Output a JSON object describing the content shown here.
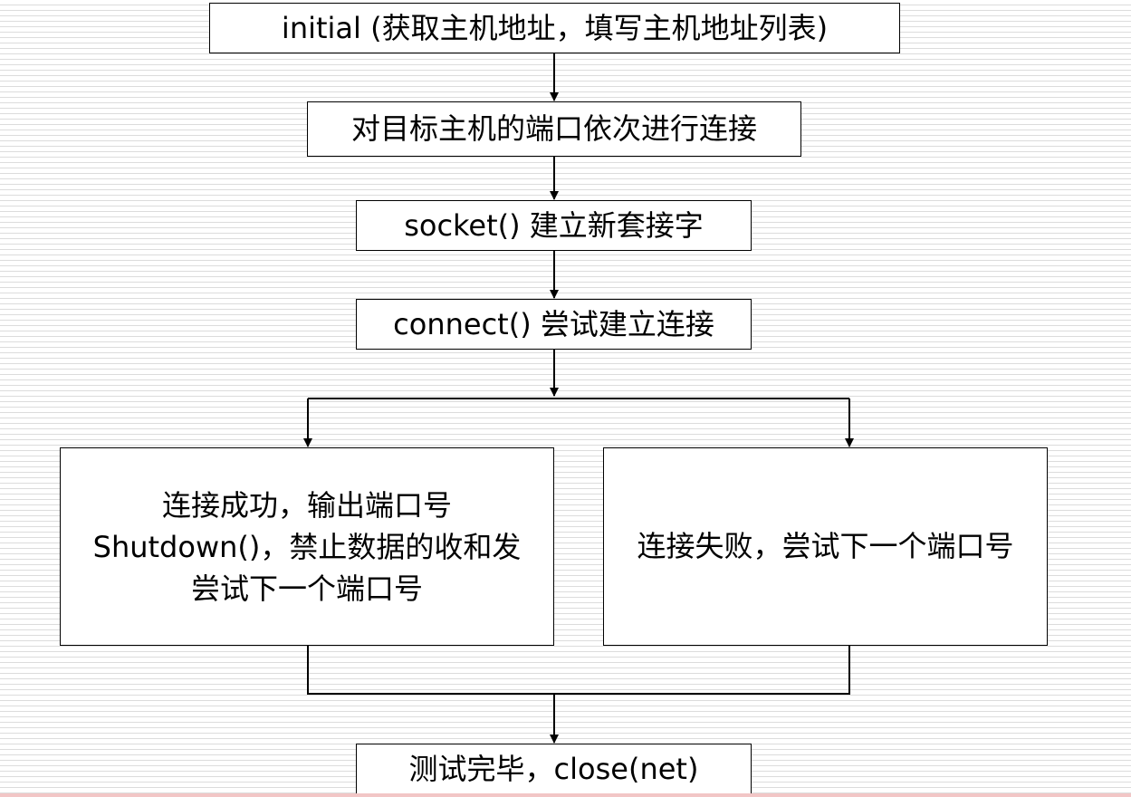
{
  "steps": {
    "initial": "initial (获取主机地址，填写主机地址列表)",
    "connect_ports": "对目标主机的端口依次进行连接",
    "socket": "socket()  建立新套接字",
    "connect": "connect()  尝试建立连接",
    "success": {
      "line1": "连接成功，输出端口号",
      "line2": "Shutdown()，禁止数据的收和发",
      "line3": "尝试下一个端口号"
    },
    "failure": "连接失败，尝试下一个端口号",
    "done": "测试完毕，close(net)"
  },
  "colors": {
    "stroke": "#000000",
    "box_fill": "#ffffff",
    "stripe": "#dcdcdc"
  }
}
